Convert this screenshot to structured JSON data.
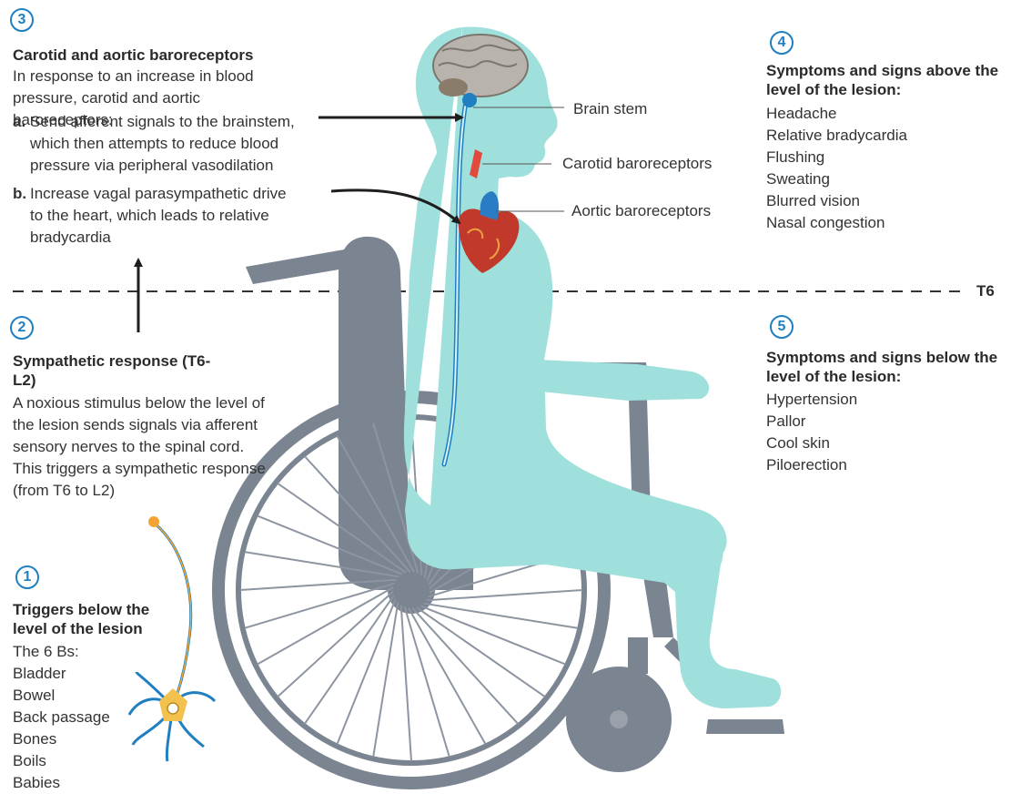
{
  "colors": {
    "badge_blue": "#1f7fc1",
    "body_teal": "#9fe0dc",
    "wheelchair_grey": "#7b8491",
    "arrow_black": "#1e1e1e",
    "nerve_orange": "#f2a532"
  },
  "step3": {
    "number": "3",
    "heading": "Carotid and aortic baroreceptors",
    "intro": "In response to an increase in blood pressure, carotid and aortic baroreceptors:",
    "items": [
      {
        "letter": "a.",
        "text": "Send afferent signals to the brainstem, which then attempts to reduce blood pressure via peripheral vasodilation"
      },
      {
        "letter": "b.",
        "text": "Increase vagal parasympathetic drive to the heart, which leads to relative bradycardia"
      }
    ]
  },
  "step4": {
    "number": "4",
    "heading": "Symptoms and signs above the level of the lesion:",
    "items": [
      "Headache",
      "Relative bradycardia",
      "Flushing",
      "Sweating",
      "Blurred vision",
      "Nasal congestion"
    ]
  },
  "step2": {
    "number": "2",
    "heading": "Sympathetic response (T6-L2)",
    "text": "A noxious stimulus below the level of the lesion sends signals via afferent sensory nerves to the spinal cord. This triggers a sympathetic response (from T6 to L2)"
  },
  "step5": {
    "number": "5",
    "heading": "Symptoms and signs below the level of the lesion:",
    "items": [
      "Hypertension",
      "Pallor",
      "Cool skin",
      "Piloerection"
    ]
  },
  "step1": {
    "number": "1",
    "heading": "Triggers below the level of the lesion",
    "intro": "The 6 Bs:",
    "items": [
      "Bladder",
      "Bowel",
      "Back passage",
      "Bones",
      "Boils",
      "Babies"
    ]
  },
  "callouts": {
    "brain_stem": "Brain stem",
    "carotid": "Carotid baroreceptors",
    "aortic": "Aortic baroreceptors"
  },
  "lesion_level": "T6"
}
